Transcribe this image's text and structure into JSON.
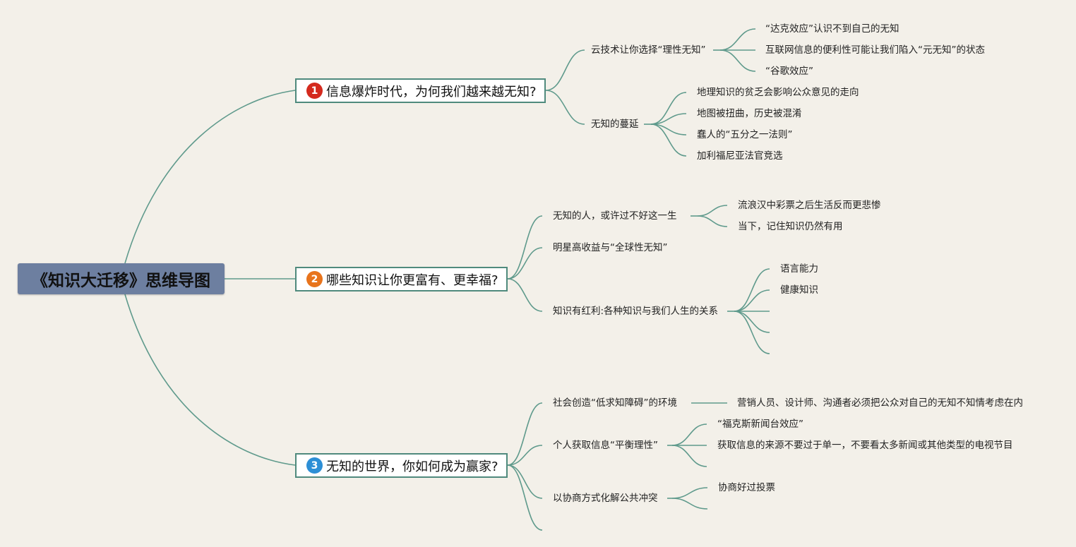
{
  "root": {
    "title": "《知识大迁移》思维导图"
  },
  "colors": {
    "branch_line": "#5f9a8c",
    "topic_border": "#4f8a7d",
    "root_fill": "#6d7fa0"
  },
  "topics": [
    {
      "badge": "1",
      "badge_color": "#d42a1e",
      "title": "信息爆炸时代，为何我们越来越无知?",
      "subtopics": [
        {
          "label": "云技术让你选择“理性无知”",
          "children": [
            "“达克效应”认识不到自己的无知",
            "互联网信息的便利性可能让我们陷入“元无知”的状态",
            "“谷歌效应”"
          ]
        },
        {
          "label": "无知的蔓延",
          "children": [
            "地理知识的贫乏会影响公众意见的走向",
            "地图被扭曲，历史被混淆",
            "蠢人的“五分之一法则”",
            "加利福尼亚法官竞选"
          ]
        }
      ]
    },
    {
      "badge": "2",
      "badge_color": "#e8741c",
      "title": "哪些知识让你更富有、更幸福?",
      "subtopics": [
        {
          "label": "无知的人，或许过不好这一生",
          "children": [
            "流浪汉中彩票之后生活反而更悲惨",
            "当下，记住知识仍然有用"
          ]
        },
        {
          "label": "明星高收益与“全球性无知”",
          "children": []
        },
        {
          "label": "知识有红利:各种知识与我们人生的关系",
          "children": [
            "语言能力",
            "健康知识",
            "",
            "",
            ""
          ]
        }
      ]
    },
    {
      "badge": "3",
      "badge_color": "#2d8fd6",
      "title": "无知的世界，你如何成为赢家?",
      "subtopics": [
        {
          "label": "社会创造“低求知障碍”的环境",
          "children": [
            "营销人员、设计师、沟通者必须把公众对自己的无知不知情考虑在内"
          ]
        },
        {
          "label": "个人获取信息“平衡理性”",
          "children": [
            "“福克斯新闻台效应”",
            "获取信息的来源不要过于单一，不要看太多新闻或其他类型的电视节目",
            ""
          ]
        },
        {
          "label": "以协商方式化解公共冲突",
          "children": [
            "协商好过投票",
            ""
          ]
        },
        {
          "label": "",
          "children": []
        }
      ]
    }
  ]
}
